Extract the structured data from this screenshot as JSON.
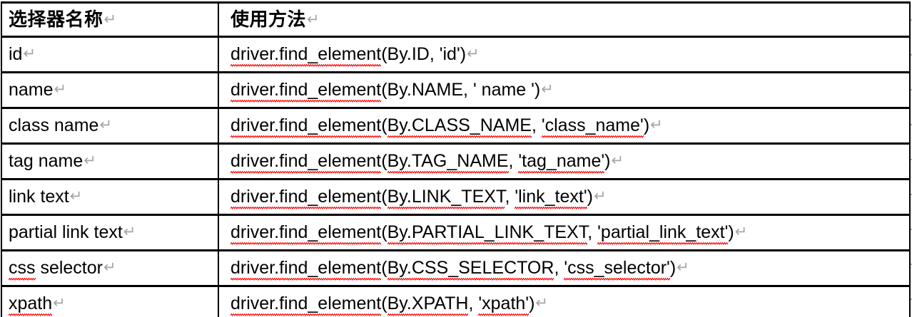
{
  "document": {
    "type": "word-document-table",
    "paragraph_mark": "↵",
    "colors": {
      "text": "#000000",
      "border": "#000000",
      "spellcheck_underline": "#ff0000",
      "paragraph_mark": "#a6a6a6",
      "page_background": "#ffffff"
    }
  },
  "table": {
    "columns": [
      {
        "key": "name",
        "header": "选择器名称"
      },
      {
        "key": "usage",
        "header": "使用方法"
      }
    ],
    "rows": [
      {
        "name": "id",
        "name_spellchecked": false,
        "usage": "driver.find_element(By.ID, 'id')",
        "usage_parts": [
          {
            "text": "driver.find_element",
            "squiggly": true
          },
          {
            "text": "(By.ID, 'id')",
            "squiggly": false
          }
        ]
      },
      {
        "name": "name",
        "name_spellchecked": false,
        "usage": "driver.find_element(By.NAME, ' name ')",
        "usage_parts": [
          {
            "text": "driver.find_element",
            "squiggly": true
          },
          {
            "text": "(By.NAME, ' name ')",
            "squiggly": false
          }
        ]
      },
      {
        "name": "class name",
        "name_spellchecked": false,
        "usage": "driver.find_element(By.CLASS_NAME, 'class_name')",
        "usage_parts": [
          {
            "text": "driver.find_element",
            "squiggly": true
          },
          {
            "text": "(",
            "squiggly": false
          },
          {
            "text": "By.CLASS_NAME",
            "squiggly": true
          },
          {
            "text": ", ",
            "squiggly": false
          },
          {
            "text": "'class_name'",
            "squiggly": true
          },
          {
            "text": ")",
            "squiggly": false
          }
        ]
      },
      {
        "name": "tag name",
        "name_spellchecked": false,
        "usage": "driver.find_element(By.TAG_NAME, 'tag_name')",
        "usage_parts": [
          {
            "text": "driver.find_element",
            "squiggly": true
          },
          {
            "text": "(",
            "squiggly": false
          },
          {
            "text": "By.TAG_NAME",
            "squiggly": true
          },
          {
            "text": ", ",
            "squiggly": false
          },
          {
            "text": "'tag_name'",
            "squiggly": true
          },
          {
            "text": ")",
            "squiggly": false
          }
        ]
      },
      {
        "name": "link text",
        "name_spellchecked": false,
        "usage": "driver.find_element(By.LINK_TEXT, 'link_text')",
        "usage_parts": [
          {
            "text": "driver.find_element",
            "squiggly": true
          },
          {
            "text": "(",
            "squiggly": false
          },
          {
            "text": "By.LINK_TEXT",
            "squiggly": true
          },
          {
            "text": ", ",
            "squiggly": false
          },
          {
            "text": "'link_text'",
            "squiggly": true
          },
          {
            "text": ")",
            "squiggly": false
          }
        ]
      },
      {
        "name": "partial link text",
        "name_spellchecked": false,
        "usage": "driver.find_element(By.PARTIAL_LINK_TEXT, 'partial_link_text')",
        "usage_parts": [
          {
            "text": "driver.find_element",
            "squiggly": true
          },
          {
            "text": "(",
            "squiggly": false
          },
          {
            "text": "By.PARTIAL_LINK_TEXT",
            "squiggly": true
          },
          {
            "text": ", ",
            "squiggly": false
          },
          {
            "text": "'partial_link_text'",
            "squiggly": true
          },
          {
            "text": ")",
            "squiggly": false
          }
        ]
      },
      {
        "name": "css selector",
        "name_spellchecked": true,
        "name_parts": [
          {
            "text": "css",
            "squiggly": true
          },
          {
            "text": " selector",
            "squiggly": false
          }
        ],
        "usage": "driver.find_element(By.CSS_SELECTOR, 'css_selector')",
        "usage_parts": [
          {
            "text": "driver.find_element",
            "squiggly": true
          },
          {
            "text": "(",
            "squiggly": false
          },
          {
            "text": "By.CSS_SELECTOR",
            "squiggly": true
          },
          {
            "text": ", ",
            "squiggly": false
          },
          {
            "text": "'css_selector'",
            "squiggly": true
          },
          {
            "text": ")",
            "squiggly": false
          }
        ]
      },
      {
        "name": "xpath",
        "name_spellchecked": true,
        "name_parts": [
          {
            "text": "xpath",
            "squiggly": true
          }
        ],
        "usage": "driver.find_element(By.XPATH, 'xpath')",
        "usage_parts": [
          {
            "text": "driver.find_element",
            "squiggly": true
          },
          {
            "text": "(",
            "squiggly": false
          },
          {
            "text": "By.XPATH",
            "squiggly": true
          },
          {
            "text": ", ",
            "squiggly": false
          },
          {
            "text": "'xpath'",
            "squiggly": true
          },
          {
            "text": ")",
            "squiggly": false
          }
        ]
      }
    ]
  }
}
